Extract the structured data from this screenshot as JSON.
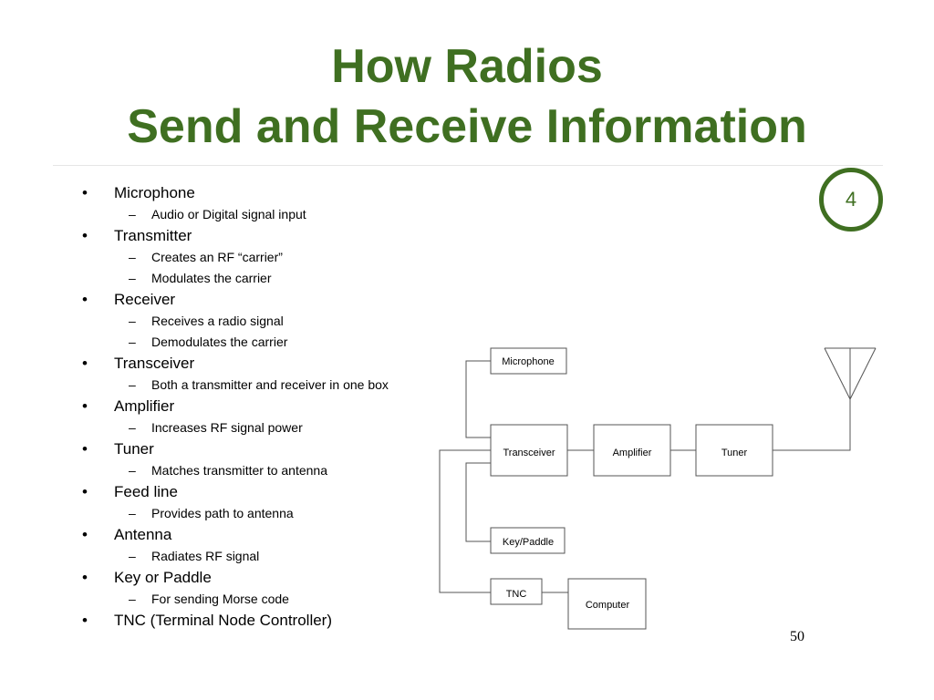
{
  "slide": {
    "title_line1": "How Radios",
    "title_line2": "Send and Receive Information",
    "badge": "4",
    "page_number": "50",
    "colors": {
      "title": "#3f6f21",
      "badge": "#3f6f21"
    }
  },
  "bullets": [
    {
      "text": "Microphone",
      "subs": [
        "Audio or Digital signal input"
      ]
    },
    {
      "text": "Transmitter",
      "subs": [
        "Creates an RF “carrier”",
        "Modulates the carrier"
      ]
    },
    {
      "text": "Receiver",
      "subs": [
        "Receives a radio signal",
        "Demodulates the carrier"
      ]
    },
    {
      "text": "Transceiver",
      "subs": [
        "Both a transmitter and receiver in one box"
      ]
    },
    {
      "text": "Amplifier",
      "subs": [
        "Increases RF signal power"
      ]
    },
    {
      "text": "Tuner",
      "subs": [
        "Matches transmitter to antenna"
      ]
    },
    {
      "text": "Feed line",
      "subs": [
        "Provides path to antenna"
      ]
    },
    {
      "text": "Antenna",
      "subs": [
        "Radiates RF signal"
      ]
    },
    {
      "text": "Key or Paddle",
      "subs": [
        "For sending Morse code"
      ]
    },
    {
      "text": "TNC (Terminal Node Controller)",
      "subs": []
    }
  ],
  "diagram": {
    "microphone": "Microphone",
    "transceiver": "Transceiver",
    "amplifier": "Amplifier",
    "tuner": "Tuner",
    "key_paddle": "Key/Paddle",
    "tnc": "TNC",
    "computer": "Computer",
    "antenna_icon": "antenna-icon"
  }
}
